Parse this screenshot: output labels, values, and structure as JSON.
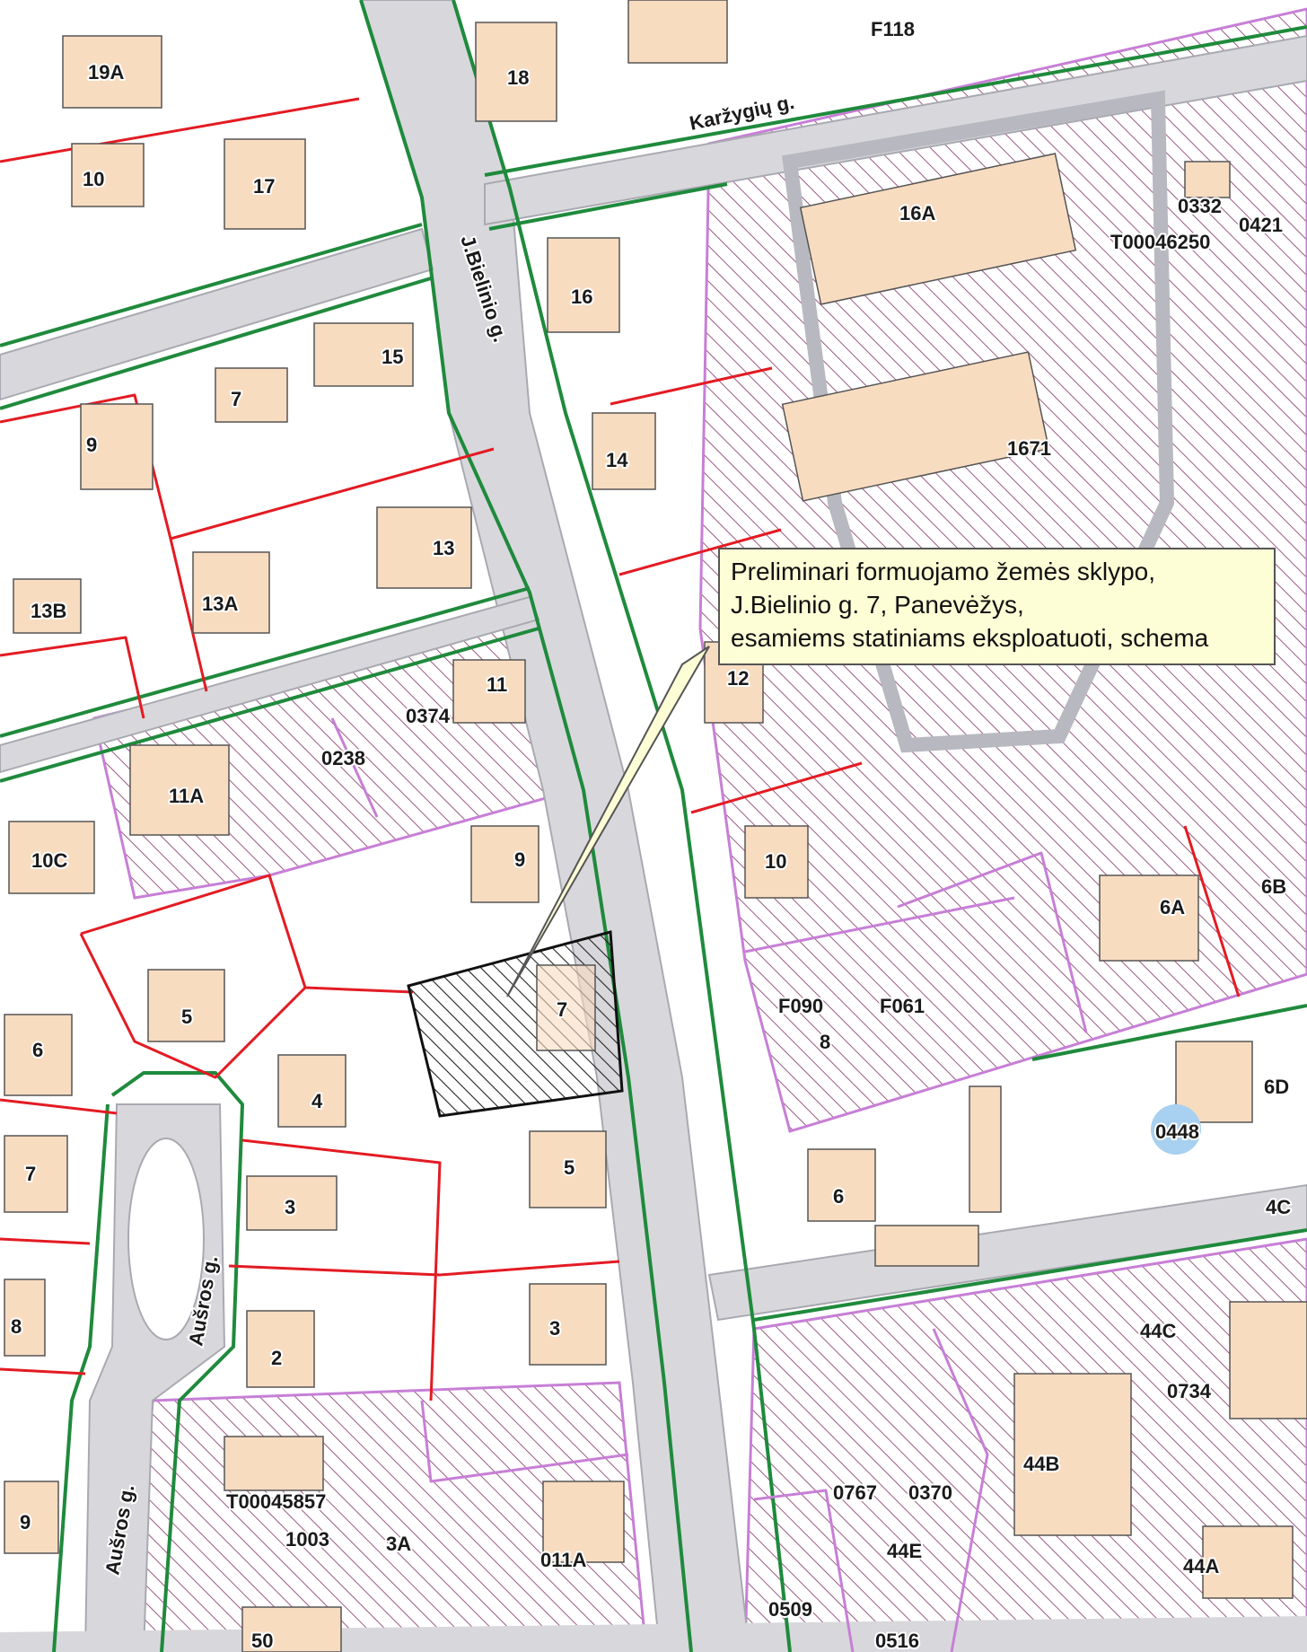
{
  "map": {
    "colors": {
      "road": "#d8d8dc",
      "road_edge": "#a9a9b2",
      "building": "#f8dcc0",
      "building_edge": "#555555",
      "parcel_red": "#e31b23",
      "parcel_green": "#1f8a3c",
      "parcel_violet": "#c77fd6",
      "hatch": "#9b5a83",
      "callout_bg": "#fdfdd6",
      "water": "#a8d0f0"
    },
    "streets": {
      "bielinio": "J.Bielinio g.",
      "karzygiu": "Karžygių g.",
      "ausros_1": "Aušros g.",
      "ausros_2": "Aušros g."
    },
    "callout": {
      "line1": "Preliminari formuojamo žemės sklypo,",
      "line2": "J.Bielinio g. 7, Panevėžys,",
      "line3": "esamiems statiniams eksploatuoti, schema"
    },
    "labels": {
      "l19a": "19A",
      "l18": "18",
      "f118": "F118",
      "l10a": "10",
      "l17": "17",
      "l16a": "16A",
      "l0332": "0332",
      "l0421": "0421",
      "t46250": "T00046250",
      "l16": "16",
      "l15": "15",
      "l7a": "7",
      "l9a": "9",
      "l14": "14",
      "l1671": "1671",
      "l13": "13",
      "l13a": "13A",
      "l13b": "13B",
      "l11": "11",
      "l0374": "0374",
      "l12": "12",
      "l0238": "0238",
      "l11a": "11A",
      "l10c": "10C",
      "l9b": "9",
      "l10b": "10",
      "l6a": "6A",
      "l6b": "6B",
      "l5a": "5",
      "l6c": "6",
      "l7b": "7",
      "f090": "F090",
      "f061": "F061",
      "l8a": "8",
      "l4a": "4",
      "l6d": "6D",
      "l0448": "0448",
      "l7c": "7",
      "l3a": "3",
      "l5b": "5",
      "l6e": "6",
      "l4c": "4C",
      "l8b": "8",
      "l2": "2",
      "l3b": "3",
      "l44c": "44C",
      "l0734": "0734",
      "t45857": "T00045857",
      "l1003": "1003",
      "l3c": "3A",
      "l011a": "011A",
      "l44b": "44B",
      "l0767": "0767",
      "l0370": "0370",
      "l44e": "44E",
      "l44a": "44A",
      "l9c": "9",
      "l0509": "0509",
      "l0516": "0516",
      "l50": "50"
    }
  }
}
